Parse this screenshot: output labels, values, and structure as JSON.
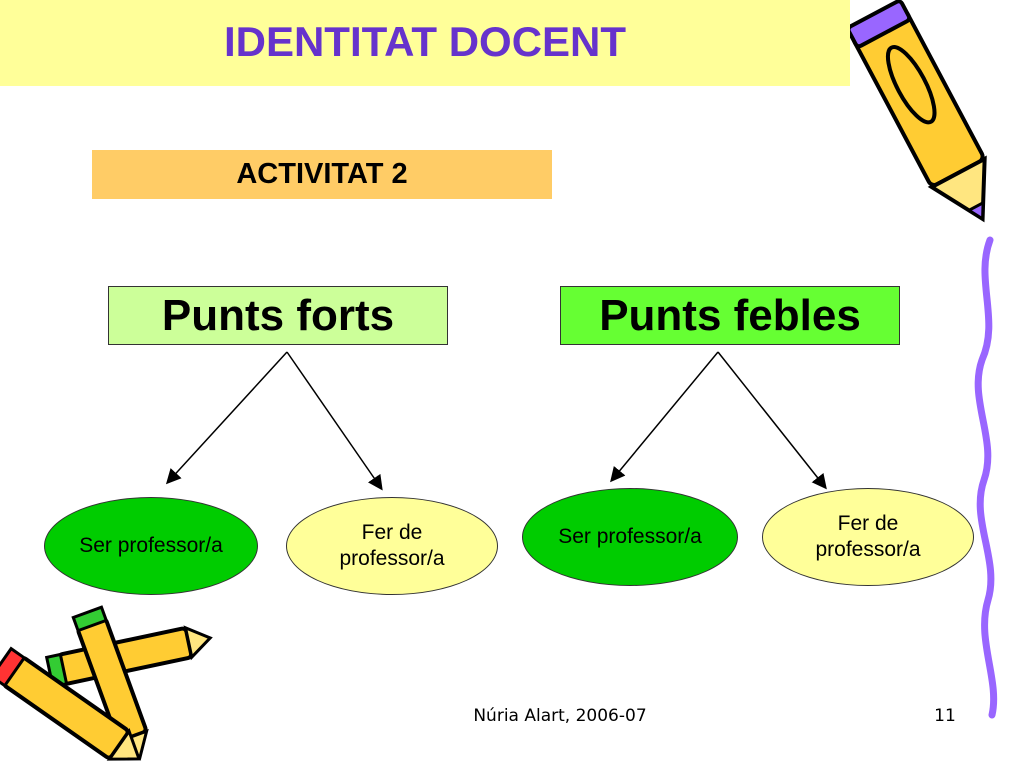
{
  "title": "IDENTITAT DOCENT",
  "activity": "ACTIVITAT 2",
  "strong": {
    "label": "Punts forts",
    "children": [
      {
        "line1": "Ser professor/a",
        "line2": ""
      },
      {
        "line1": "Fer de",
        "line2": "professor/a"
      }
    ]
  },
  "weak": {
    "label": "Punts febles",
    "children": [
      {
        "line1": "Ser professor/a",
        "line2": ""
      },
      {
        "line1": "Fer de",
        "line2": "professor/a"
      }
    ]
  },
  "footer": {
    "author": "Núria Alart, 2006-07",
    "page": "11"
  },
  "colors": {
    "title_text": "#6633cc",
    "title_bg": "#ffff99",
    "activity_bg": "#ffcc66",
    "strong_bg": "#ccff99",
    "weak_bg": "#66ff33",
    "green_node": "#00cc00",
    "yellow_node": "#ffff99"
  },
  "icons": [
    "pencil-icon-top-right",
    "pencils-icon-bottom-left",
    "squiggle-line-right"
  ]
}
